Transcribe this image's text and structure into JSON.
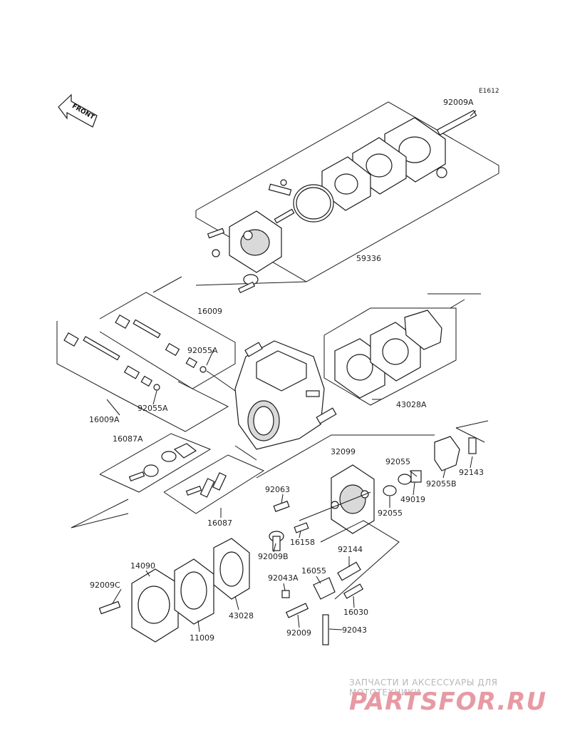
{
  "diagram": {
    "diagram_code": "E1612",
    "front_label": "FRONT",
    "parts": {
      "p92009A": "92009A",
      "p59336": "59336",
      "p16009": "16009",
      "p92055A_1": "92055A",
      "p92055A_2": "92055A",
      "p16009A": "16009A",
      "p43028A": "43028A",
      "p16087A": "16087A",
      "p32099": "32099",
      "p92055_1": "92055",
      "p92055_2": "92055",
      "p92055B": "92055B",
      "p49019": "49019",
      "p92143": "92143",
      "p92063": "92063",
      "p16087": "16087",
      "p16158": "16158",
      "p92009B": "92009B",
      "p92144": "92144",
      "p92043A": "92043A",
      "p16055": "16055",
      "p16030": "16030",
      "p14090": "14090",
      "p92009C": "92009C",
      "p43028": "43028",
      "p11009": "11009",
      "p92009": "92009",
      "p92043": "92043"
    }
  },
  "watermark": {
    "tagline": "ЗАПЧАСТИ И АКСЕССУАРЫ ДЛЯ МОТОТЕХНИКИ",
    "logo": "PARTSFOR.RU"
  }
}
